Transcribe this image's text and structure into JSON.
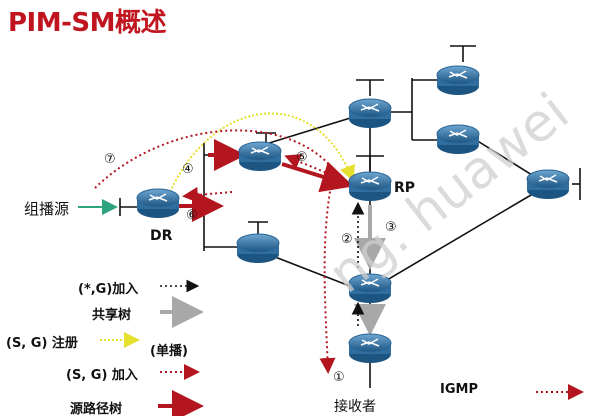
{
  "title": "PIM-SM概述",
  "nodes": {
    "source_label": "组播源",
    "dr_label": "DR",
    "rp_label": "RP",
    "receiver_label": "接收者",
    "igmp_label": "IGMP"
  },
  "steps": [
    "①",
    "②",
    "③",
    "④",
    "⑤",
    "⑥",
    "⑦"
  ],
  "legend": {
    "star_g_join": "(*,G)加入",
    "shared_tree": "共享树",
    "sg_register": "(S, G) 注册",
    "unicast": "(单播)",
    "sg_join": "(S, G) 加入",
    "spt": "源路径树"
  },
  "colors": {
    "title": "#c0141e",
    "router_blue": "#2f6e9f",
    "spt_red": "#b3161f",
    "join_red": "#b3161f",
    "shared_gray": "#a8a8a8",
    "register_yellow": "#f2ee5a",
    "source_green": "#2ea37f",
    "star_join_black": "#111111"
  },
  "watermark": "ng. huawei"
}
